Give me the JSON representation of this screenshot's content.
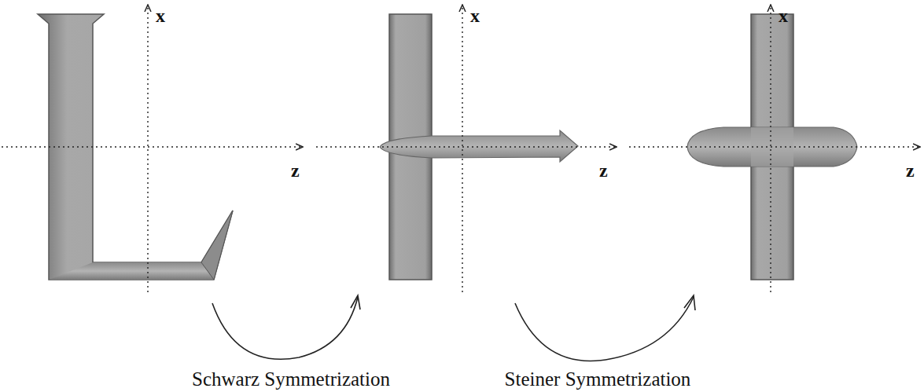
{
  "diagram": {
    "labels": [
      "x",
      "z",
      "x",
      "z",
      "x",
      "z",
      "Schwarz Symmetrization",
      "Steiner Symmetrization"
    ]
  }
}
